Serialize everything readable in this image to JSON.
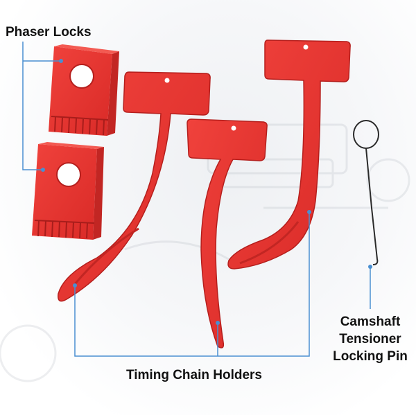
{
  "labels": {
    "phaser_locks": "Phaser Locks",
    "timing_chain_holders": "Timing Chain Holders",
    "camshaft_pin": [
      "Camshaft",
      "Tensioner",
      "Locking Pin"
    ]
  },
  "colors": {
    "tool_red": "#e8312e",
    "tool_red_dark": "#b51f1d",
    "callout_line": "#4a8fd1",
    "pin_wire": "#2a2a2a"
  }
}
